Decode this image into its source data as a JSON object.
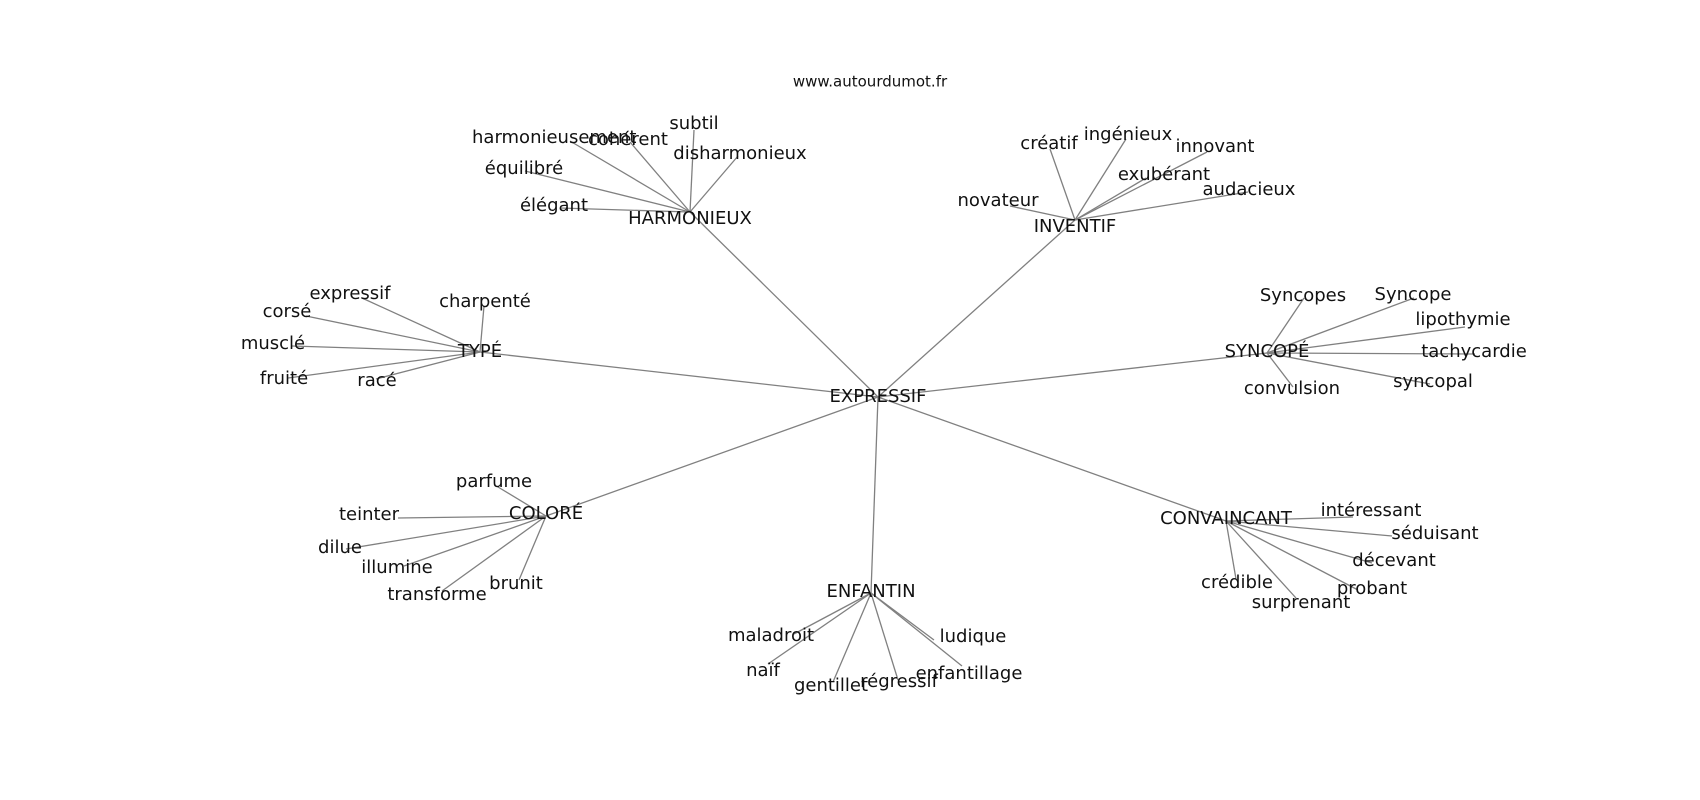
{
  "site": "www.autourdumot.fr",
  "graph": {
    "center": "EXPRESSIF",
    "clusters": [
      {
        "hub": "HARMONIEUX",
        "leaves": [
          "harmonieusement",
          "cohérent",
          "subtil",
          "disharmonieux",
          "équilibré",
          "élégant"
        ]
      },
      {
        "hub": "INVENTIF",
        "leaves": [
          "créatif",
          "ingénieux",
          "innovant",
          "exubérant",
          "audacieux",
          "novateur"
        ]
      },
      {
        "hub": "TYPÉ",
        "leaves": [
          "expressif",
          "charpenté",
          "corsé",
          "musclé",
          "fruité",
          "racé"
        ]
      },
      {
        "hub": "SYNCOPÉ",
        "leaves": [
          "Syncopes",
          "Syncope",
          "lipothymie",
          "tachycardie",
          "syncopal",
          "convulsion"
        ]
      },
      {
        "hub": "COLORÉ",
        "leaves": [
          "parfume",
          "teinter",
          "dilue",
          "illumine",
          "transforme",
          "brunit"
        ]
      },
      {
        "hub": "CONVAINCANT",
        "leaves": [
          "intéressant",
          "séduisant",
          "décevant",
          "probant",
          "surprenant",
          "crédible"
        ]
      },
      {
        "hub": "ENFANTIN",
        "leaves": [
          "maladroit",
          "naïf",
          "gentillet",
          "régressif",
          "enfantillage",
          "ludique"
        ]
      }
    ]
  }
}
